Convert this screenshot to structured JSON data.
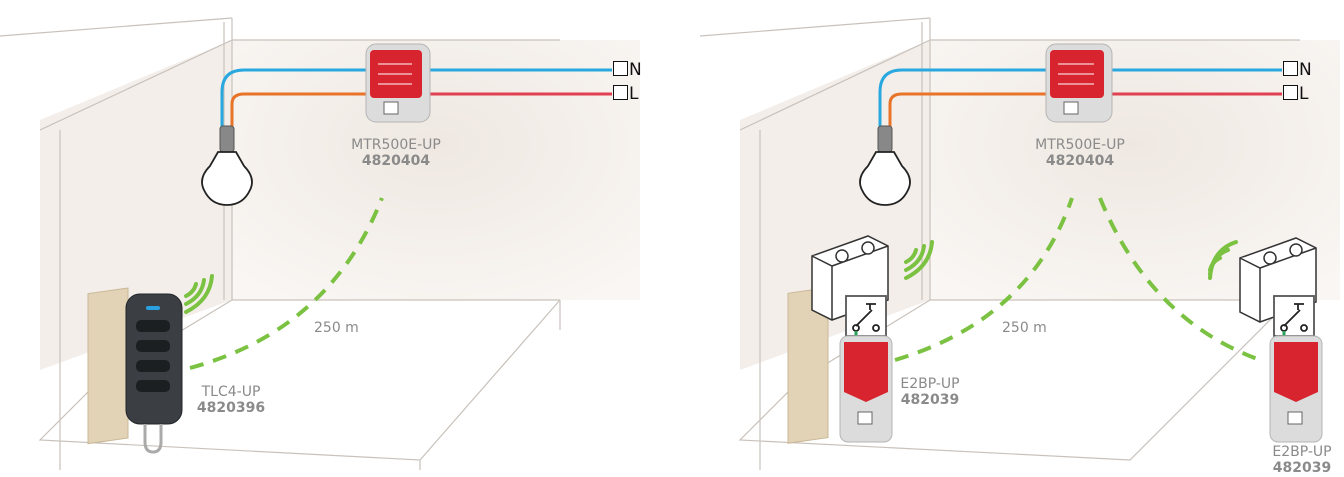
{
  "left_scene": {
    "receiver": {
      "model": "MTR500E-UP",
      "code": "4820404"
    },
    "remote": {
      "model": "TLC4-UP",
      "code": "4820396"
    },
    "distance": "250 m",
    "terminals": {
      "neutral": "N",
      "live": "L"
    }
  },
  "right_scene": {
    "receiver": {
      "model": "MTR500E-UP",
      "code": "4820404"
    },
    "transmitter_left": {
      "model": "E2BP-UP",
      "code": "482039"
    },
    "transmitter_right": {
      "model": "E2BP-UP",
      "code": "482039"
    },
    "distance": "250 m",
    "terminals": {
      "neutral": "N",
      "live": "L"
    }
  },
  "colors": {
    "neutral_wire": "#29a8e0",
    "live_wire_orange": "#e8742a",
    "live_wire_red": "#e04050",
    "signal_green": "#7cc242",
    "device_red": "#d8242f"
  },
  "icons": [
    "light-bulb-icon",
    "wifi-signal-icon",
    "switch-symbol-icon"
  ]
}
